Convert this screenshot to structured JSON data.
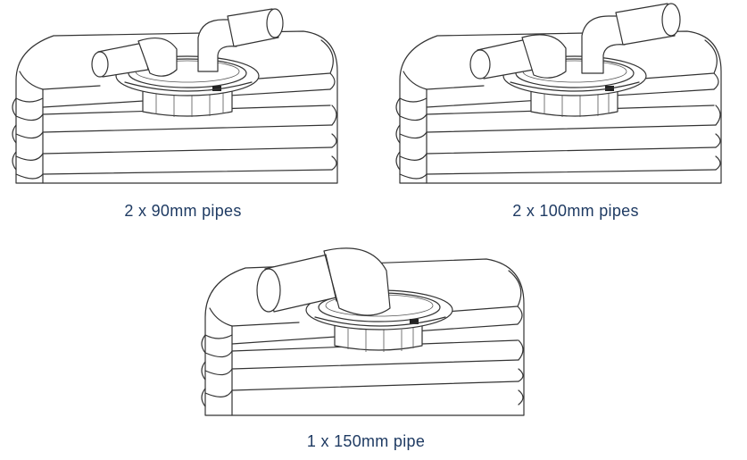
{
  "diagrams": [
    {
      "caption": "2 x 90mm pipes"
    },
    {
      "caption": "2 x 100mm pipes"
    },
    {
      "caption": "1 x 150mm pipe"
    }
  ],
  "colors": {
    "caption_text": "#1f3b63",
    "line_art": "#333333",
    "background": "#ffffff"
  },
  "icons": [
    "corrugated-tank-icon",
    "inlet-filter-ring-icon",
    "elbow-pipe-icon",
    "straight-pipe-icon"
  ]
}
